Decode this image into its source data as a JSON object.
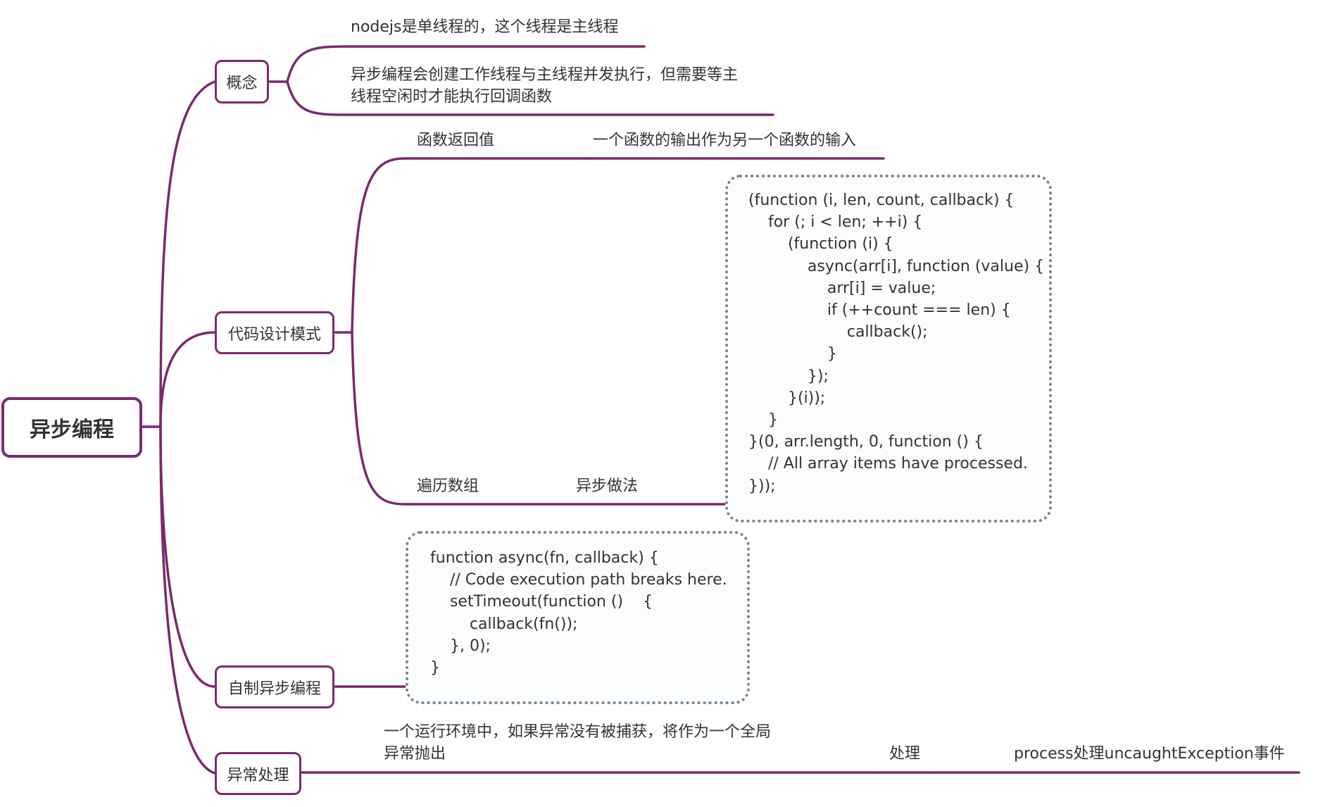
{
  "root": {
    "label": "异步编程"
  },
  "branches": [
    {
      "label": "概念",
      "children": [
        {
          "text": "nodejs是单线程的，这个线程是主线程"
        },
        {
          "text_lines": [
            "异步编程会创建工作线程与主线程并发执行，但需要等主",
            "线程空闲时才能执行回调函数"
          ]
        }
      ]
    },
    {
      "label": "代码设计模式",
      "children": [
        {
          "label": "函数返回值",
          "child": "一个函数的输出作为另一个函数的输入"
        },
        {
          "label": "遍历数组",
          "child": "异步做法",
          "code": "(function (i, len, count, callback) {\n    for (; i < len; ++i) {\n        (function (i) {\n            async(arr[i], function (value) {\n                arr[i] = value;\n                if (++count === len) {\n                    callback();\n                }\n            });\n        }(i));\n    }\n}(0, arr.length, 0, function () {\n    // All array items have processed.\n}));"
        }
      ]
    },
    {
      "label": "自制异步编程",
      "code": "function async(fn, callback) {\n    // Code execution path breaks here.\n    setTimeout(function ()    {\n        callback(fn());\n    }, 0);\n}"
    },
    {
      "label": "异常处理",
      "child_lines": [
        "一个运行环境中，如果异常没有被捕获，将作为一个全局",
        "异常抛出"
      ],
      "grandchild": "处理",
      "leaf": "process处理uncaughtException事件"
    }
  ],
  "colors": {
    "branch_line": "#7a2a6e",
    "dotted_border": "#76808c",
    "text": "#333333"
  }
}
